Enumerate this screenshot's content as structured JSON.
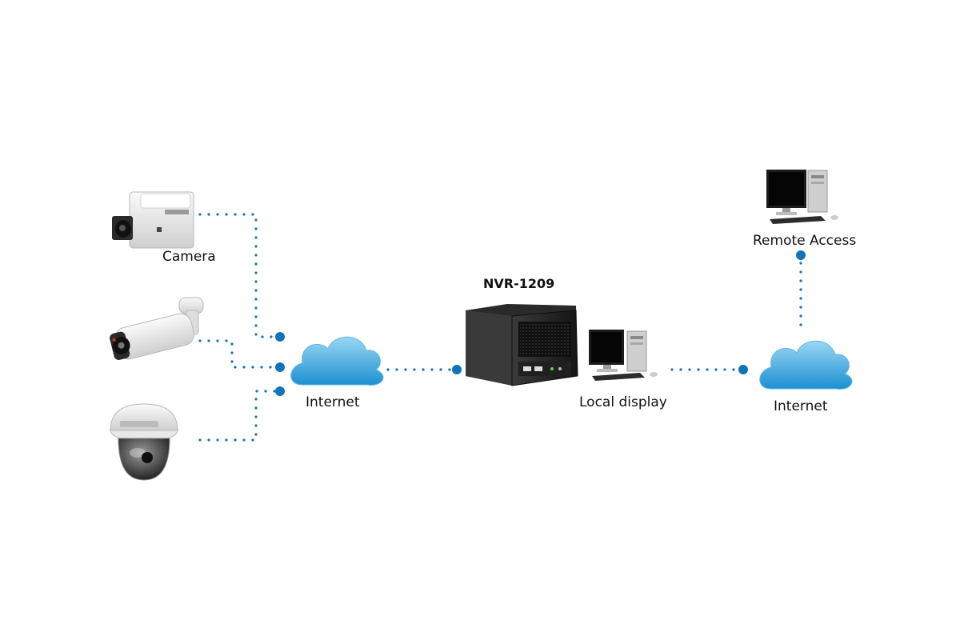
{
  "colors": {
    "link": "#1273b9",
    "cloud_top": "#9ad7f3",
    "cloud_bottom": "#1c8fd2",
    "device": "#1c1c1c"
  },
  "nodes": {
    "camera_box": {
      "label": "Camera",
      "icon": "box-camera-icon"
    },
    "camera_bullet": {
      "icon": "bullet-camera-icon"
    },
    "camera_dome": {
      "icon": "dome-camera-icon"
    },
    "internet_left": {
      "label": "Internet",
      "icon": "cloud-icon"
    },
    "nvr": {
      "label": "NVR-1209",
      "icon": "nvr-icon"
    },
    "local_display": {
      "label": "Local display",
      "icon": "desktop-computer-icon"
    },
    "internet_right": {
      "label": "Internet",
      "icon": "cloud-icon"
    },
    "remote_access": {
      "label": "Remote Access",
      "icon": "desktop-computer-icon"
    }
  },
  "connections": [
    {
      "from": "camera_box",
      "to": "internet_left"
    },
    {
      "from": "camera_bullet",
      "to": "internet_left"
    },
    {
      "from": "camera_dome",
      "to": "internet_left"
    },
    {
      "from": "internet_left",
      "to": "nvr"
    },
    {
      "from": "local_display",
      "to": "internet_right"
    },
    {
      "from": "internet_right",
      "to": "remote_access"
    }
  ]
}
